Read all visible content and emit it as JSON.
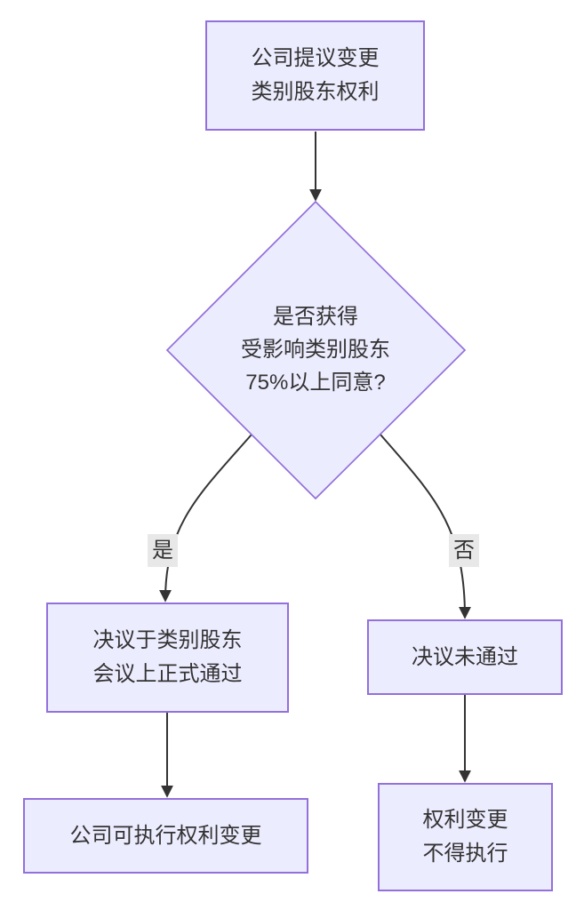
{
  "diagram": {
    "type": "flowchart",
    "direction": "top-to-bottom",
    "nodes": {
      "start": {
        "shape": "rect",
        "lines": [
          "公司提议变更",
          "类别股东权利"
        ]
      },
      "decision": {
        "shape": "diamond",
        "lines": [
          "是否获得",
          "受影响类别股东",
          "75%以上同意?"
        ]
      },
      "passed": {
        "shape": "rect",
        "lines": [
          "决议于类别股东",
          "会议上正式通过"
        ]
      },
      "not_passed": {
        "shape": "rect",
        "lines": [
          "决议未通过"
        ]
      },
      "execute": {
        "shape": "rect",
        "lines": [
          "公司可执行权利变更"
        ]
      },
      "no_execute": {
        "shape": "rect",
        "lines": [
          "权利变更",
          "不得执行"
        ]
      }
    },
    "edges": [
      {
        "from": "start",
        "to": "decision",
        "label": ""
      },
      {
        "from": "decision",
        "to": "passed",
        "label": "是"
      },
      {
        "from": "decision",
        "to": "not_passed",
        "label": "否"
      },
      {
        "from": "passed",
        "to": "execute",
        "label": ""
      },
      {
        "from": "not_passed",
        "to": "no_execute",
        "label": ""
      }
    ],
    "colors": {
      "node_fill": "#ECECFF",
      "node_border": "#9370DB",
      "edge": "#333333",
      "text": "#333333",
      "label_bg": "#e8e8e8",
      "background": "#ffffff"
    }
  }
}
